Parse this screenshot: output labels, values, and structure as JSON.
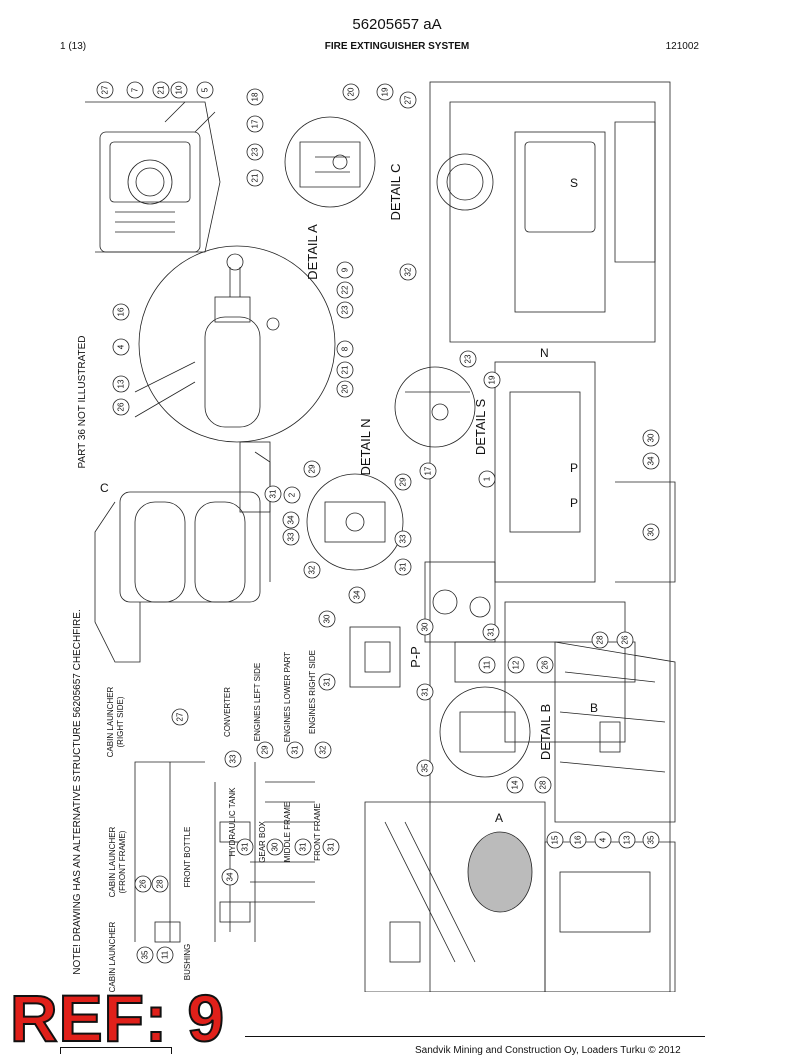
{
  "header": {
    "doc_number": "56205657 aA",
    "page": "1 (13)",
    "title": "FIRE EXTINGUISHER SYSTEM",
    "code": "121002"
  },
  "notes": {
    "part36": "PART 36 NOT ILLUSTRATED",
    "alt_structure": "NOTE! DRAWING HAS AN ALTERNATIVE STRUCTURE 56205657 CHECHFIRE."
  },
  "details": {
    "detail_a": "DETAIL A",
    "detail_b": "DETAIL B",
    "detail_c": "DETAIL C",
    "detail_n": "DETAIL N",
    "detail_s": "DETAIL S",
    "section_pp": "P-P"
  },
  "view_markers": {
    "a": "A",
    "b": "B",
    "c": "C",
    "n": "N",
    "s": "S",
    "p1": "P",
    "p2": "P"
  },
  "schematic": {
    "cabin_launcher": "CABIN LAUNCHER",
    "cabin_launcher_front_1": "CABIN LAUNCHER",
    "cabin_launcher_front_2": "(FRONT FRAME)",
    "cabin_launcher_right_1": "CABIN LAUNCHER",
    "cabin_launcher_right_2": "(RIGHT SIDE)",
    "bushing": "BUSHING",
    "front_bottle": "FRONT BOTTLE",
    "hydraulic_tank": "HYDRAULIC TANK",
    "gear_box": "GEAR BOX",
    "middle_frame": "MIDDLE FRAME",
    "front_frame": "FRONT FRAME",
    "converter": "CONVERTER",
    "engines_left": "ENGINES LEFT SIDE",
    "engines_lower": "ENGINES LOWER PART",
    "engines_right": "ENGINES RIGHT SIDE"
  },
  "callouts": {
    "c_27a": "27",
    "c_7": "7",
    "c_21a": "21",
    "c_10": "10",
    "c_5": "5",
    "c_18": "18",
    "c_17": "17",
    "c_23a": "23",
    "c_21b": "21",
    "c_20a": "20",
    "c_19a": "19",
    "c_27b": "27",
    "c_32a": "32",
    "c_16a": "16",
    "c_4a": "4",
    "c_13a": "13",
    "c_26a": "26",
    "c_9": "9",
    "c_22": "22",
    "c_23b": "23",
    "c_8": "8",
    "c_21c": "21",
    "c_20b": "20",
    "c_23c": "23",
    "c_19b": "19",
    "c_17b": "17",
    "c_29a": "29",
    "c_31a": "31",
    "c_33a": "33",
    "c_2": "2",
    "c_34a": "34",
    "c_33b": "33",
    "c_29b": "29",
    "c_29c": "29",
    "c_33c": "33",
    "c_32b": "32",
    "c_31b": "31",
    "c_1": "1",
    "c_30a": "30",
    "c_34b": "34",
    "c_30b": "30",
    "c_34c": "34",
    "c_30c": "30",
    "c_30d": "30",
    "c_31c": "31",
    "c_31d": "31",
    "c_31e": "31",
    "c_11a": "11",
    "c_12": "12",
    "c_26b": "26",
    "c_35a": "35",
    "c_14": "14",
    "c_28a": "28",
    "c_28b": "28",
    "c_26c": "26",
    "c_15": "15",
    "c_16b": "16",
    "c_4b": "4",
    "c_13b": "13",
    "c_35b": "35",
    "s_27": "27",
    "s_33": "33",
    "s_29a": "29",
    "s_31a": "31",
    "s_32": "32",
    "s_31b": "31",
    "s_30a": "30",
    "s_31c": "31",
    "s_30b": "30",
    "s_31d": "31",
    "s_31e": "31",
    "s_34": "34",
    "s_26": "26",
    "s_28": "28",
    "s_35": "35",
    "s_11": "11"
  },
  "ref": "REF: 9",
  "footer": "Sandvik Mining and Construction Oy, Loaders Turku © 2012"
}
